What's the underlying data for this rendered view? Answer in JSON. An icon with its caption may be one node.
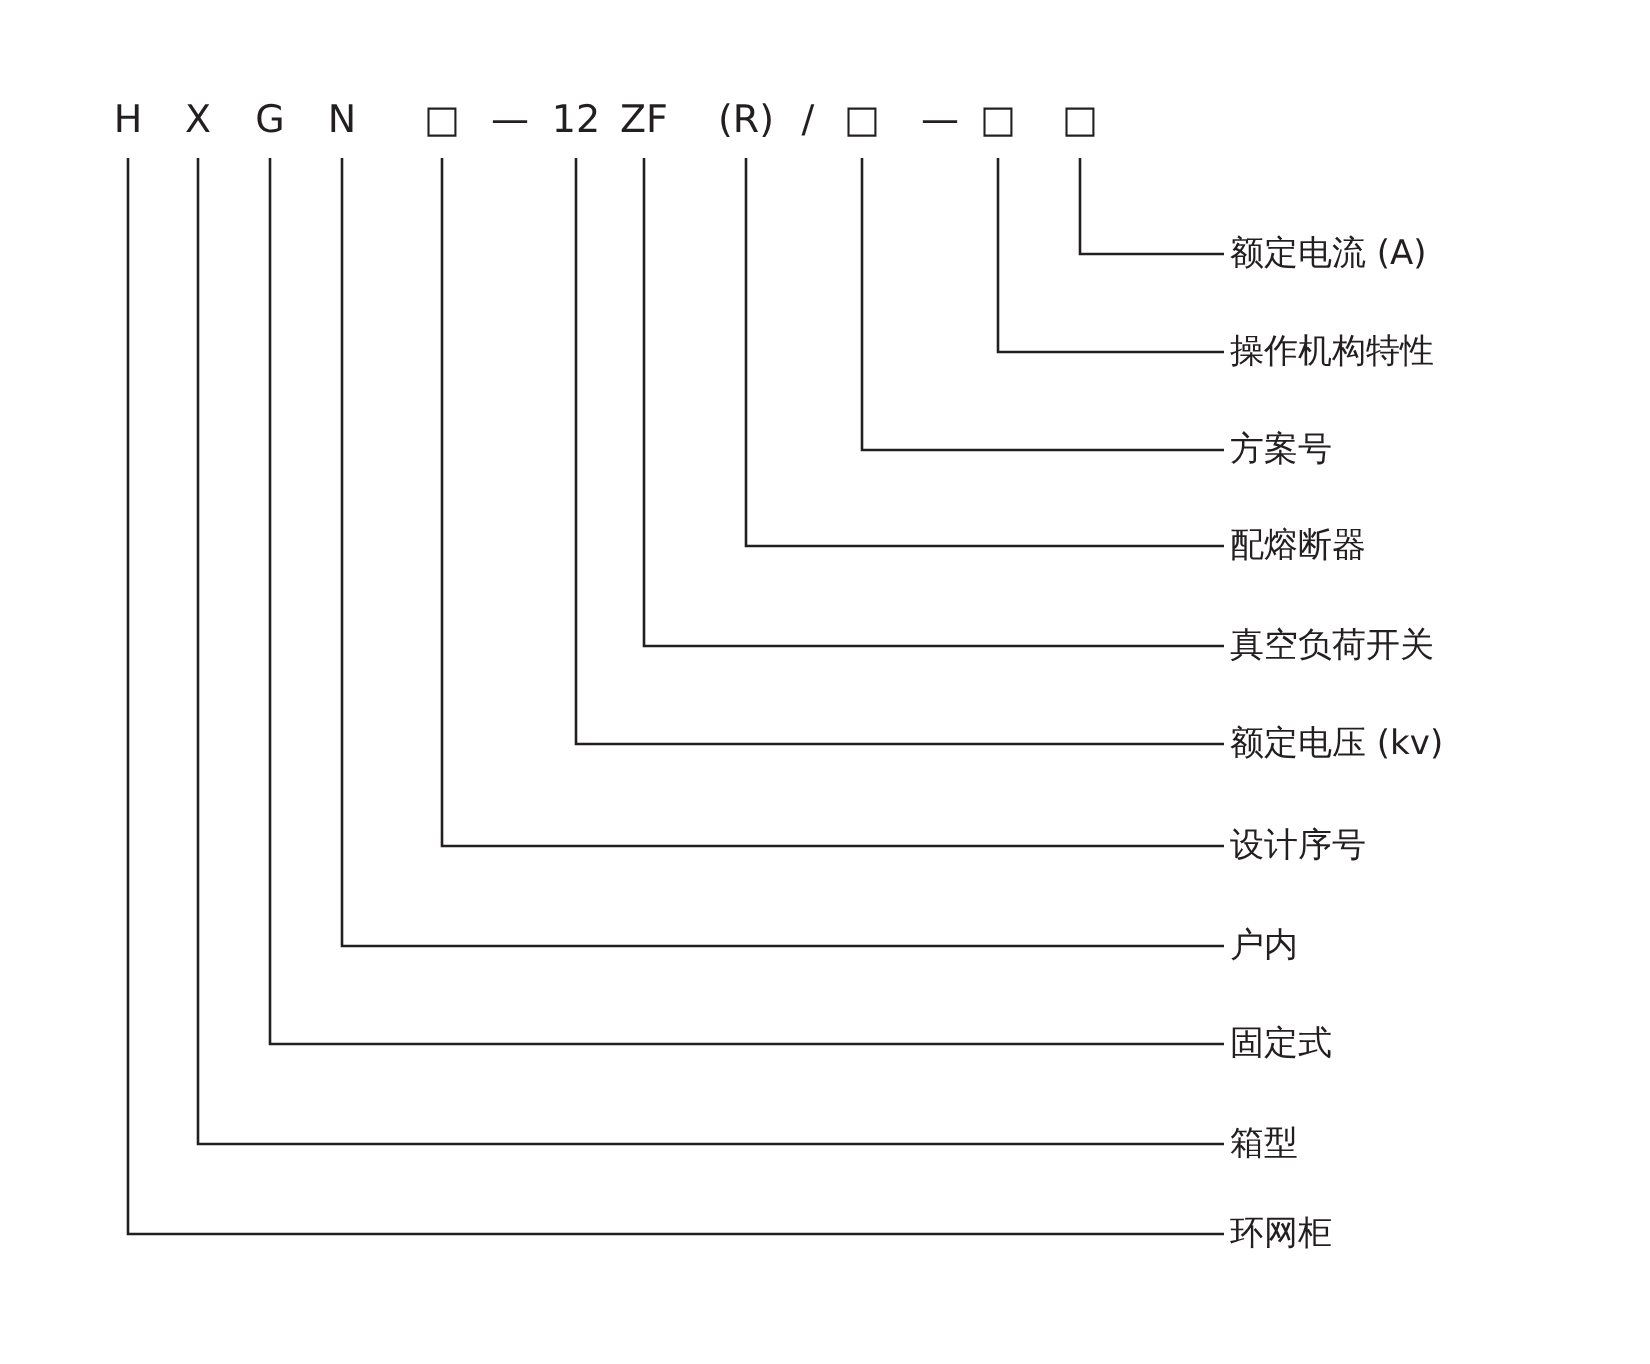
{
  "diagram": {
    "nodes": [
      {
        "text": [
          "H"
        ]
      },
      {
        "text": [
          "X"
        ]
      },
      {
        "text": [
          "G"
        ]
      },
      {
        "text": [
          "N"
        ]
      },
      {
        "text": [
          "□"
        ]
      },
      {
        "text": [
          "12"
        ]
      },
      {
        "text": [
          "ZF"
        ]
      },
      {
        "text": [
          "(R)"
        ]
      },
      {
        "text": [
          "□"
        ]
      },
      {
        "text": [
          "□"
        ]
      },
      {
        "text": [
          "□"
        ]
      },
      {
        "text": [
          "额定电流 (A)"
        ]
      },
      {
        "text": [
          "操作机构特性"
        ]
      },
      {
        "text": [
          "方案号"
        ]
      },
      {
        "text": [
          "配熔断器"
        ]
      },
      {
        "text": [
          "真空负荷开关"
        ]
      },
      {
        "text": [
          "额定电压 (kv)"
        ]
      },
      {
        "text": [
          "设计序号"
        ]
      },
      {
        "text": [
          "户内"
        ]
      },
      {
        "text": [
          "固定式"
        ]
      },
      {
        "text": [
          "箱型"
        ]
      },
      {
        "text": [
          "环网柜"
        ]
      }
    ],
    "edges": [
      {
        "from": 0,
        "to": 21,
        "arrow": "none"
      },
      {
        "from": 1,
        "to": 20,
        "arrow": "none"
      },
      {
        "from": 2,
        "to": 19,
        "arrow": "none"
      },
      {
        "from": 3,
        "to": 18,
        "arrow": "none"
      },
      {
        "from": 4,
        "to": 17,
        "arrow": "none"
      },
      {
        "from": 5,
        "to": 16,
        "arrow": "none"
      },
      {
        "from": 6,
        "to": 15,
        "arrow": "none"
      },
      {
        "from": 7,
        "to": 14,
        "arrow": "none"
      },
      {
        "from": 8,
        "to": 13,
        "arrow": "none"
      },
      {
        "from": 9,
        "to": 12,
        "arrow": "none"
      },
      {
        "from": 10,
        "to": 11,
        "arrow": "none"
      }
    ],
    "labels": [
      "—",
      "/",
      "—"
    ]
  }
}
